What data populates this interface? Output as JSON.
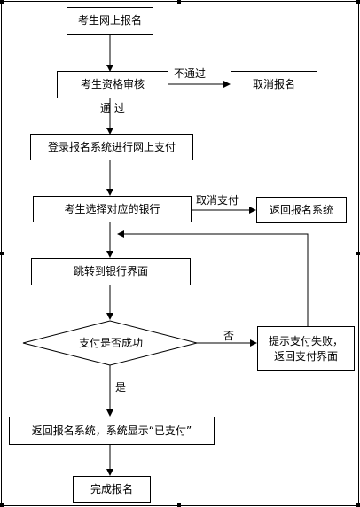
{
  "nodes": {
    "online_registration": "考生网上报名",
    "qualification_review": "考生资格审核",
    "cancel_registration": "取消报名",
    "login_pay": "登录报名系统进行网上支付",
    "choose_bank": "考生选择对应的银行",
    "return_system": "返回报名系统",
    "jump_bank": "跳转到银行界面",
    "payment_success": "支付是否成功",
    "payment_failed_line1": "提示支付失败，",
    "payment_failed_line2": "返回支付界面",
    "return_paid": "返回报名系统，系统显示“已支付”",
    "complete": "完成报名"
  },
  "edges": {
    "not_passed": "不通过",
    "passed": "通 过",
    "cancel_pay": "取消支付",
    "no": "否",
    "yes": "是"
  }
}
